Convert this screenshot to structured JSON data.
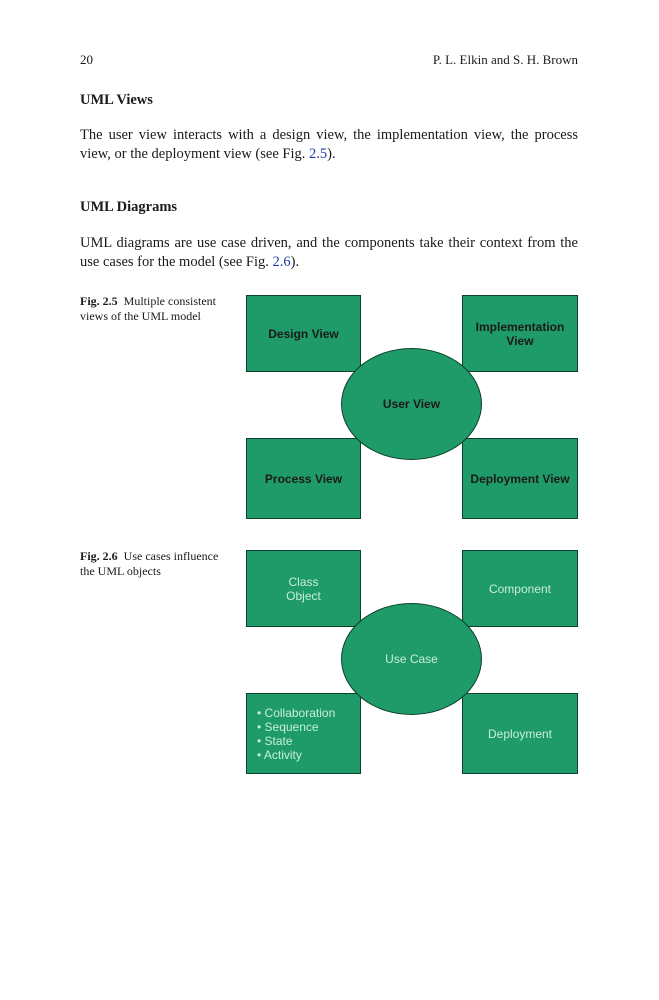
{
  "header": {
    "page_number": "20",
    "authors": "P. L. Elkin and S. H. Brown"
  },
  "section1": {
    "title": "UML Views",
    "text_before": "The user view interacts with a design view, the implementation view, the process view, or the deployment view (see Fig. ",
    "link": "2.5",
    "text_after": ")."
  },
  "section2": {
    "title": "UML Diagrams",
    "text_before": "UML diagrams are use case driven, and the components take their context from the use cases for the model (see Fig. ",
    "link": "2.6",
    "text_after": ")."
  },
  "figure1": {
    "label": "Fig. 2.5",
    "caption": "Multiple consistent views of the UML model",
    "top_left": "Design View",
    "top_right": "Implementation View",
    "center": "User View",
    "bottom_left": "Process View",
    "bottom_right": "Deployment View"
  },
  "figure2": {
    "label": "Fig. 2.6",
    "caption": "Use cases influence the UML objects",
    "top_left": "Class Object",
    "top_right": "Component",
    "center": "Use Case",
    "bottom_left_items": [
      "• Collaboration",
      "• Sequence",
      "• State",
      "• Activity"
    ],
    "bottom_right": "Deployment"
  },
  "colors": {
    "box_fill": "#1f9a69",
    "box_border": "#0d3f2b",
    "link": "#1f3fa0"
  }
}
